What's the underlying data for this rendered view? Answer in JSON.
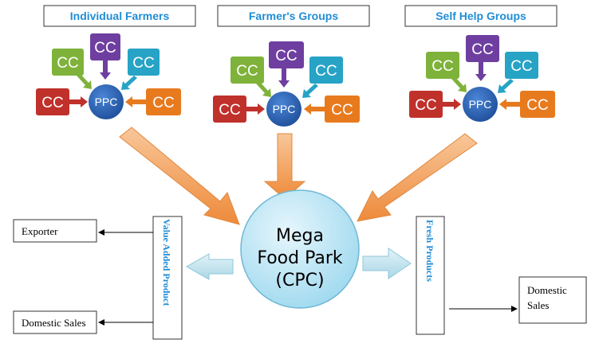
{
  "groups": [
    {
      "title": "Individual Farmers",
      "hub": "PPC",
      "collectors": [
        "CC",
        "CC",
        "CC",
        "CC",
        "CC"
      ]
    },
    {
      "title": "Farmer's Groups",
      "hub": "PPC",
      "collectors": [
        "CC",
        "CC",
        "CC",
        "CC",
        "CC"
      ]
    },
    {
      "title": "Self Help Groups",
      "hub": "PPC",
      "collectors": [
        "CC",
        "CC",
        "CC",
        "CC",
        "CC"
      ]
    }
  ],
  "center": {
    "line1": "Mega",
    "line2": "Food Park",
    "line3": "(CPC)"
  },
  "left_branch": {
    "label": "Value Added Product",
    "outputs": [
      "Exporter",
      "Domestic Sales"
    ]
  },
  "right_branch": {
    "label": "Fresh Products",
    "output_line1": "Domestic",
    "output_line2": "Sales"
  },
  "colors": {
    "header_text": "#1f8dd6",
    "cc_red": "#c0312b",
    "cc_green": "#7fb23a",
    "cc_purple": "#6e3fa0",
    "cc_teal": "#27a3c6",
    "cc_orange": "#e87a1e",
    "ppc_blue": "#2a63b8",
    "big_arrow": "#f2a35c",
    "center_fill": "#bfe7f5",
    "side_arrow": "#bfe2ee"
  }
}
